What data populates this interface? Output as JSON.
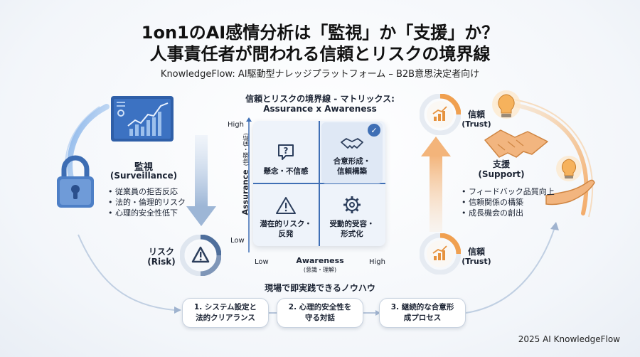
{
  "title_line1": "1on1のAI感情分析は「監視」か「支援」か？",
  "title_line2": "人事責任者が問われる信頼とリスクの境界線",
  "subtitle": "KnowledgeFlow: AI駆動型ナレッジプラットフォーム – B2B意思決定者向け",
  "surveillance": {
    "label": "監視",
    "label_en": "(Surveillance)",
    "bullets": [
      "従業員の拒否反応",
      "法的・倫理的リスク",
      "心理的安全性低下"
    ],
    "icon": "lock-icon"
  },
  "risk": {
    "label": "リスク",
    "label_en": "(Risk)",
    "icon": "warning-gauge-icon"
  },
  "matrix": {
    "title": "信頼とリスクの境界線 - マトリックス:",
    "title_en": "Assurance x Awareness",
    "y_axis_label": "Assurance",
    "y_axis_sub": "(信頼・保証)",
    "y_high": "High",
    "y_low": "Low",
    "x_axis_label": "Awareness",
    "x_axis_sub": "(意識・理解)",
    "x_low": "Low",
    "x_high": "High",
    "quadrants": {
      "top_left": "懸念・不信感",
      "top_right": "合意形成・\n信頼構築",
      "bottom_left": "潜在的リスク・\n反発",
      "bottom_right": "受動的受容・\n形式化"
    }
  },
  "support": {
    "label": "支援",
    "label_en": "(Support)",
    "bullets": [
      "フィードバック品質向上",
      "信頼関係の構築",
      "成長機会の創出"
    ],
    "icon": "handshake-lightbulb-icon"
  },
  "trust_top": {
    "label": "信頼",
    "label_en": "(Trust)",
    "icon": "trust-gauge-icon"
  },
  "trust_bottom": {
    "label": "信頼",
    "label_en": "(Trust)",
    "icon": "trust-gauge-icon"
  },
  "knowhow": {
    "title": "現場で即実践できるノウハウ",
    "steps": [
      "1. システム設定と\n法的クリアランス",
      "2. 心理的安全性を\n守る対話",
      "3. 継続的な合意形\n成プロセス"
    ]
  },
  "footer": "2025 AI KnowledgeFlow",
  "colors": {
    "blue": "#3f6fb5",
    "orange": "#f0a050",
    "risk_gray": "#5c6f8c"
  }
}
